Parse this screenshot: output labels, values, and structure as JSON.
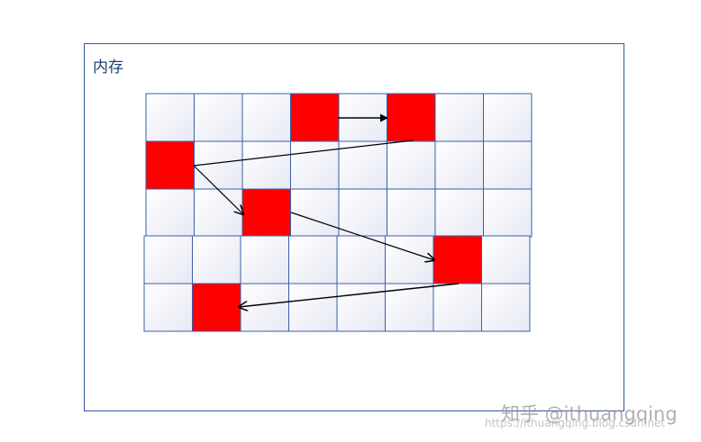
{
  "memory_label": "内存",
  "watermark": {
    "main": "知乎 @ithuangqing",
    "sub": "https://ithuangqing.blog.csdn.net"
  },
  "grid": {
    "rows": 5,
    "cols": 8,
    "occupied": [
      [
        0,
        3
      ],
      [
        0,
        5
      ],
      [
        1,
        0
      ],
      [
        2,
        2
      ],
      [
        3,
        6
      ],
      [
        4,
        1
      ]
    ]
  },
  "colors": {
    "frame_border": "#2f57a0",
    "cell_border": "#3a5fa8",
    "occupied_fill": "#ff0000",
    "empty_fill_top": "#ffffff",
    "empty_fill_bottom": "#e6e9f4",
    "arrow": "#000000"
  }
}
